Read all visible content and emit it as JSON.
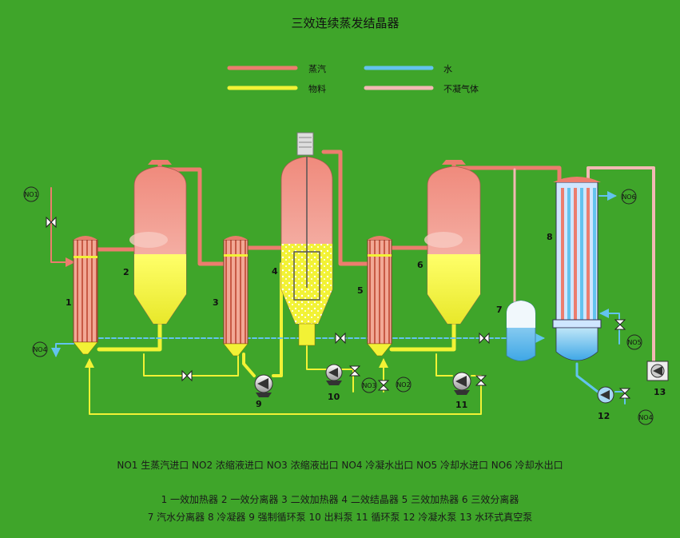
{
  "title": "三效连续蒸发结晶器",
  "legend": {
    "steam": "蒸汽",
    "water": "水",
    "material": "物料",
    "noncondensable": "不凝气体"
  },
  "colors": {
    "background": "#3fa52a",
    "steam": "#ec7d6e",
    "water": "#63c3ee",
    "material": "#f2f235",
    "noncondensable": "#f3b9b4"
  },
  "equipment_numbers": {
    "n1": "1",
    "n2": "2",
    "n3": "3",
    "n4": "4",
    "n5": "5",
    "n6": "6",
    "n7": "7",
    "n8": "8",
    "n9": "9",
    "n10": "10",
    "n11": "11",
    "n12": "12",
    "n13": "13"
  },
  "ports": {
    "no1": "NO1",
    "no2": "NO2",
    "no3": "NO3",
    "no4a": "NO4",
    "no4b": "NO4",
    "no5": "NO5",
    "no6": "NO6"
  },
  "captions": {
    "ports_line": "NO1 生蒸汽进口 NO2 浓缩液进口 NO3 浓缩液出口 NO4 冷凝水出口 NO5 冷却水进口 NO6 冷却水出口",
    "equipment_line1": "1 一效加热器 2 一效分离器 3 二效加热器 4 二效结晶器 5 三效加热器 6 三效分离器",
    "equipment_line2": "7 汽水分离器 8 冷凝器 9 强制循环泵 10 出料泵 11 循环泵 12 冷凝水泵 13 水环式真空泵"
  }
}
